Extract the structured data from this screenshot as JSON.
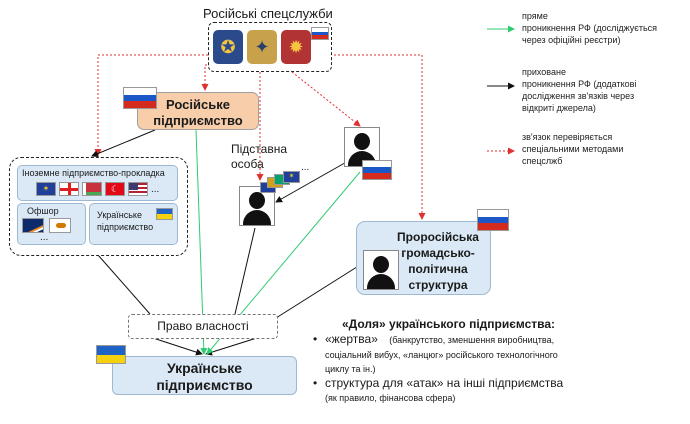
{
  "top": {
    "title": "Російські спецслужби"
  },
  "nodes": {
    "russian_enterprise": {
      "line1": "Російське",
      "line2": "підприємство"
    },
    "foreign_group": {
      "foreign_label": "Іноземне підприємство-прокладка",
      "flags_more": "...",
      "offshore_label": "Офшор",
      "offshore_more": "...",
      "ukrainian_label_1": "Українське",
      "ukrainian_label_2": "підприємство"
    },
    "proxy": {
      "line1": "Підставна",
      "line2": "особа",
      "more": "..."
    },
    "pro_russian": {
      "line1": "Проросійська",
      "line2": "громадсько-",
      "line3": "політична",
      "line4": "структура"
    },
    "ownership": {
      "label": "Право власності"
    },
    "ukrainian_enterprise": {
      "line1": "Українське",
      "line2": "підприємство"
    }
  },
  "legend": {
    "direct": {
      "line1": "пряме",
      "line2": "проникнення РФ (досліджується",
      "line3": "через офіційні реєстри)",
      "color": "#2ecc71"
    },
    "hidden": {
      "line1": "приховане",
      "line2": "проникнення РФ (додаткові",
      "line3": "дослідження зв'язків через",
      "line4": "відкриті джерела)",
      "color": "#111111"
    },
    "special": {
      "line1": "зв'язок перевіряється",
      "line2": "спеціальними методами",
      "line3": "спецслжб",
      "color": "#e03030"
    }
  },
  "role": {
    "title": "«Доля» українського підприємства:",
    "bullet1_main": "«жертва»",
    "bullet1_detail_1": "(банкрутство, зменшення виробництва,",
    "bullet1_detail_2": "соціальний вибух, «ланцюг» російського технологічного",
    "bullet1_detail_3": "циклу та ін.)",
    "bullet2_main": "структура для «атак» на інші підприємства",
    "bullet2_detail": "(як правило, фінансова сфера)"
  },
  "colors": {
    "russia_box": "#f8cdaa",
    "blue_box": "#dbe9f6",
    "direct_line": "#2ecc71",
    "special_line": "#e03030"
  }
}
